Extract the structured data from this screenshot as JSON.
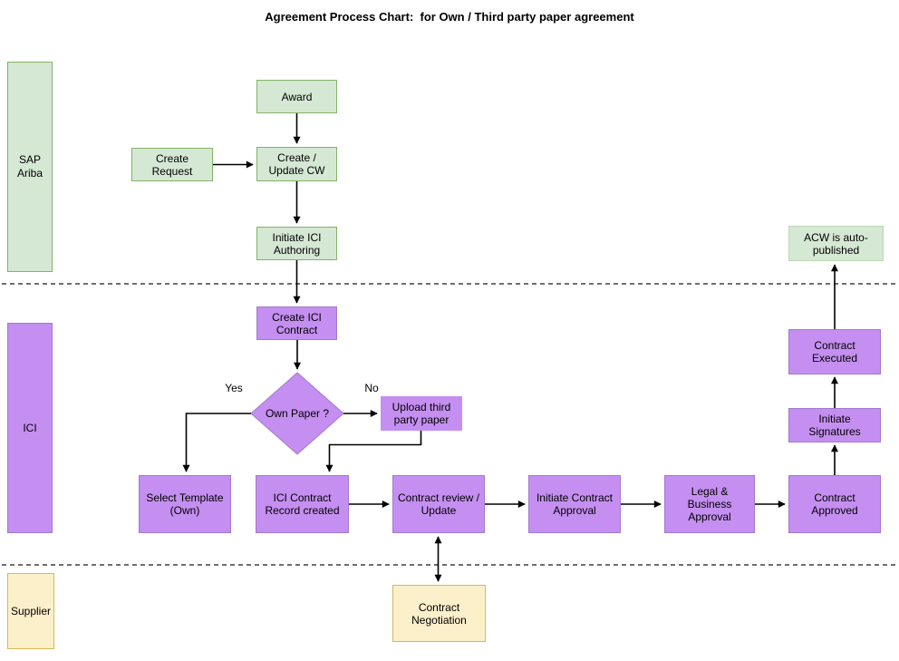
{
  "title": "Agreement Process Chart:  for Own / Third party paper agreement",
  "lanes": {
    "sap_ariba": "SAP Ariba",
    "ici": "ICI",
    "supplier": "Supplier"
  },
  "nodes": {
    "award": "Award",
    "create_request": "Create Request",
    "create_update_cw": "Create / Update CW",
    "initiate_ici_authoring": "Initiate ICI Authoring",
    "acw_auto_published": "ACW is auto-published",
    "create_ici_contract": "Create ICI Contract",
    "own_paper_decision": "Own Paper ?",
    "upload_third_party_paper": "Upload third party paper",
    "select_template_own": "Select Template (Own)",
    "ici_contract_record_created": "ICI Contract Record created",
    "contract_review_update": "Contract review / Update",
    "initiate_contract_approval": "Initiate Contract Approval",
    "legal_business_approval": "Legal & Business Approval",
    "contract_approved": "Contract Approved",
    "initiate_signatures": "Initiate Signatures",
    "contract_executed": "Contract Executed",
    "contract_negotiation": "Contract Negotiation"
  },
  "edge_labels": {
    "yes": "Yes",
    "no": "No"
  },
  "colors": {
    "green_fill": "#d5e8d4",
    "green_border": "#82b366",
    "purple_fill": "#c48ff0",
    "purple_border": "#a379cc",
    "yellow_fill": "#fcf0cb",
    "yellow_border": "#d6b656",
    "arrow": "#000000",
    "lane_divider": "#5b5b5b"
  }
}
